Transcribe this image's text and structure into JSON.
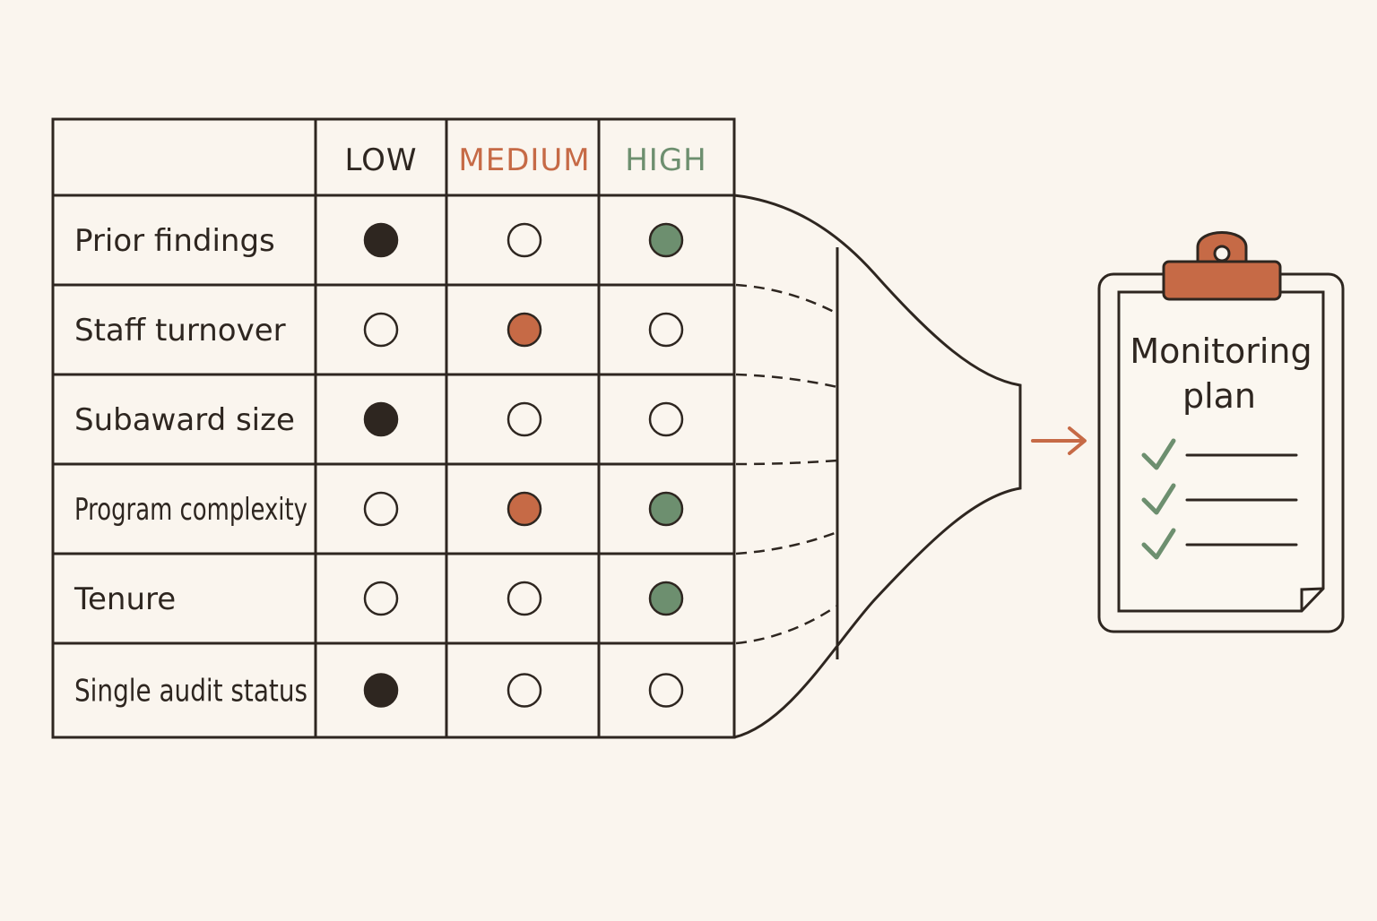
{
  "colors": {
    "ink": "#2e2620",
    "paper": "#faf5ee",
    "low": "#2e2620",
    "medium": "#c66a46",
    "high": "#6d8f6f"
  },
  "table": {
    "columns": [
      {
        "key": "low",
        "label": "LOW",
        "color": "#2e2620"
      },
      {
        "key": "medium",
        "label": "MEDIUM",
        "color": "#c66a46"
      },
      {
        "key": "high",
        "label": "HIGH",
        "color": "#6d8f6f"
      }
    ],
    "rows": [
      {
        "label": "Prior findings",
        "low": true,
        "medium": false,
        "high": true
      },
      {
        "label": "Staff turnover",
        "low": false,
        "medium": true,
        "high": false
      },
      {
        "label": "Subaward size",
        "low": true,
        "medium": false,
        "high": false
      },
      {
        "label": "Program complexity",
        "low": false,
        "medium": true,
        "high": true
      },
      {
        "label": "Tenure",
        "low": false,
        "medium": false,
        "high": true
      },
      {
        "label": "Single audit status",
        "low": true,
        "medium": false,
        "high": false
      }
    ]
  },
  "output": {
    "title_line1": "Monitoring",
    "title_line2": "plan",
    "checklist_count": 3,
    "icons": [
      "funnel-icon",
      "arrow-right-icon",
      "clipboard-icon",
      "checkmark-icon"
    ]
  }
}
